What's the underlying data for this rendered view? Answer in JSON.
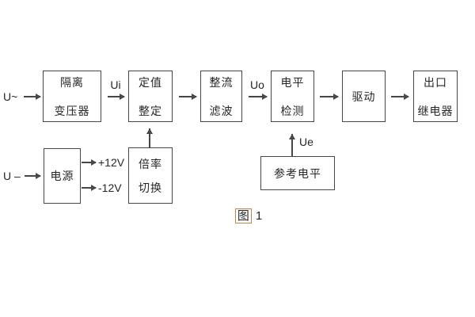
{
  "figure": {
    "caption": {
      "prefix": "图",
      "number": "1"
    }
  },
  "blocks": {
    "isolation_transformer": [
      "隔离",
      "变压器"
    ],
    "value_setting": [
      "定值",
      "整定"
    ],
    "rectifier_filter": [
      "整流",
      "滤波"
    ],
    "level_detect": [
      "电平",
      "检测"
    ],
    "drive": [
      "驱动"
    ],
    "output_relay": [
      "出口",
      "继电器"
    ],
    "power_supply": [
      "电源"
    ],
    "ratio_switch": [
      "倍率",
      "切换"
    ],
    "reference_level": [
      "参考电平"
    ]
  },
  "labels": {
    "u_ac": "U~",
    "u_dc": "U –",
    "ui": "Ui",
    "uo": "Uo",
    "ue": "Ue",
    "v_pos": "+12V",
    "v_neg": "-12V"
  },
  "colors": {
    "line": "#474747",
    "text": "#262626",
    "caption_highlight": "#c8823c",
    "background": "#ffffff"
  }
}
